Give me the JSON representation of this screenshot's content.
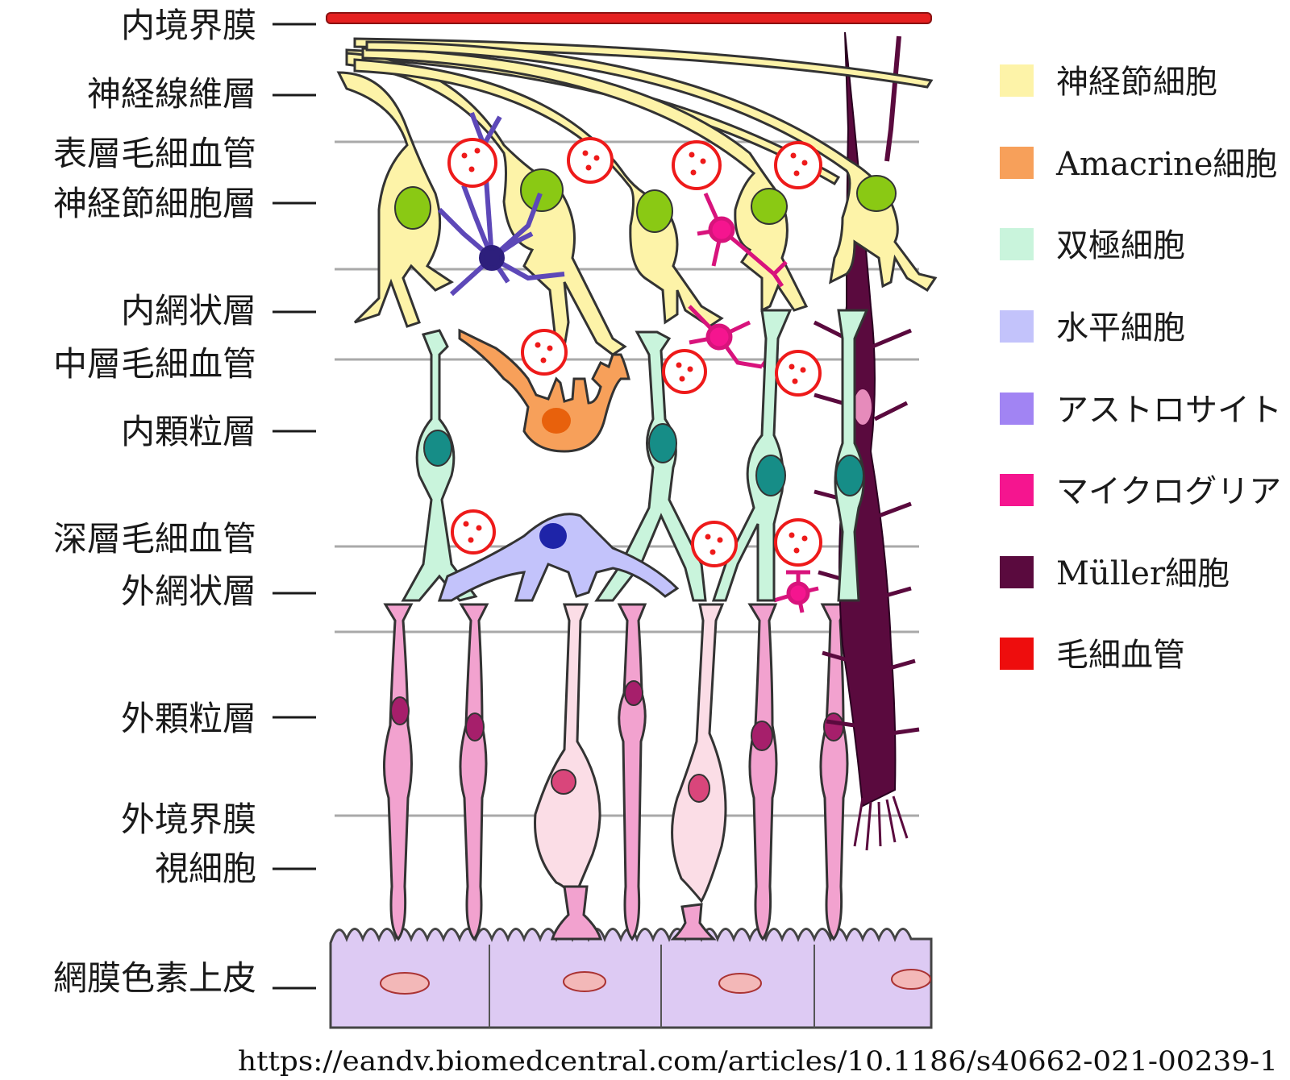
{
  "layers": [
    {
      "key": "ilm",
      "label": "内境界膜"
    },
    {
      "key": "nfl",
      "label": "神経線維層"
    },
    {
      "key": "svp",
      "label": "表層毛細血管"
    },
    {
      "key": "gcl",
      "label": "神経節細胞層"
    },
    {
      "key": "ipl",
      "label": "内網状層"
    },
    {
      "key": "icp",
      "label": "中層毛細血管"
    },
    {
      "key": "inl",
      "label": "内顆粒層"
    },
    {
      "key": "dcp",
      "label": "深層毛細血管"
    },
    {
      "key": "opl",
      "label": "外網状層"
    },
    {
      "key": "onl",
      "label": "外顆粒層"
    },
    {
      "key": "olm",
      "label": "外境界膜"
    },
    {
      "key": "pr",
      "label": "視細胞"
    },
    {
      "key": "rpe",
      "label": "網膜色素上皮"
    }
  ],
  "legend": [
    {
      "key": "ganglion",
      "label": "神経節細胞",
      "color": "#fdf3a8"
    },
    {
      "key": "amacrine",
      "label": "Amacrine細胞",
      "color": "#f7a05a"
    },
    {
      "key": "bipolar",
      "label": "双極細胞",
      "color": "#c9f4dc"
    },
    {
      "key": "horizontal",
      "label": "水平細胞",
      "color": "#c3c3fb"
    },
    {
      "key": "astrocyte",
      "label": "アストロサイト",
      "color": "#a184f3"
    },
    {
      "key": "microglia",
      "label": "マイクログリア",
      "color": "#f5158f"
    },
    {
      "key": "muller",
      "label": "Müller細胞",
      "color": "#5a0a3e"
    },
    {
      "key": "capillary",
      "label": "毛細血管",
      "color": "#ee0d0d"
    }
  ],
  "source": "https://eandv.biomedcentral.com/articles/10.1186/s40662-021-00239-1"
}
